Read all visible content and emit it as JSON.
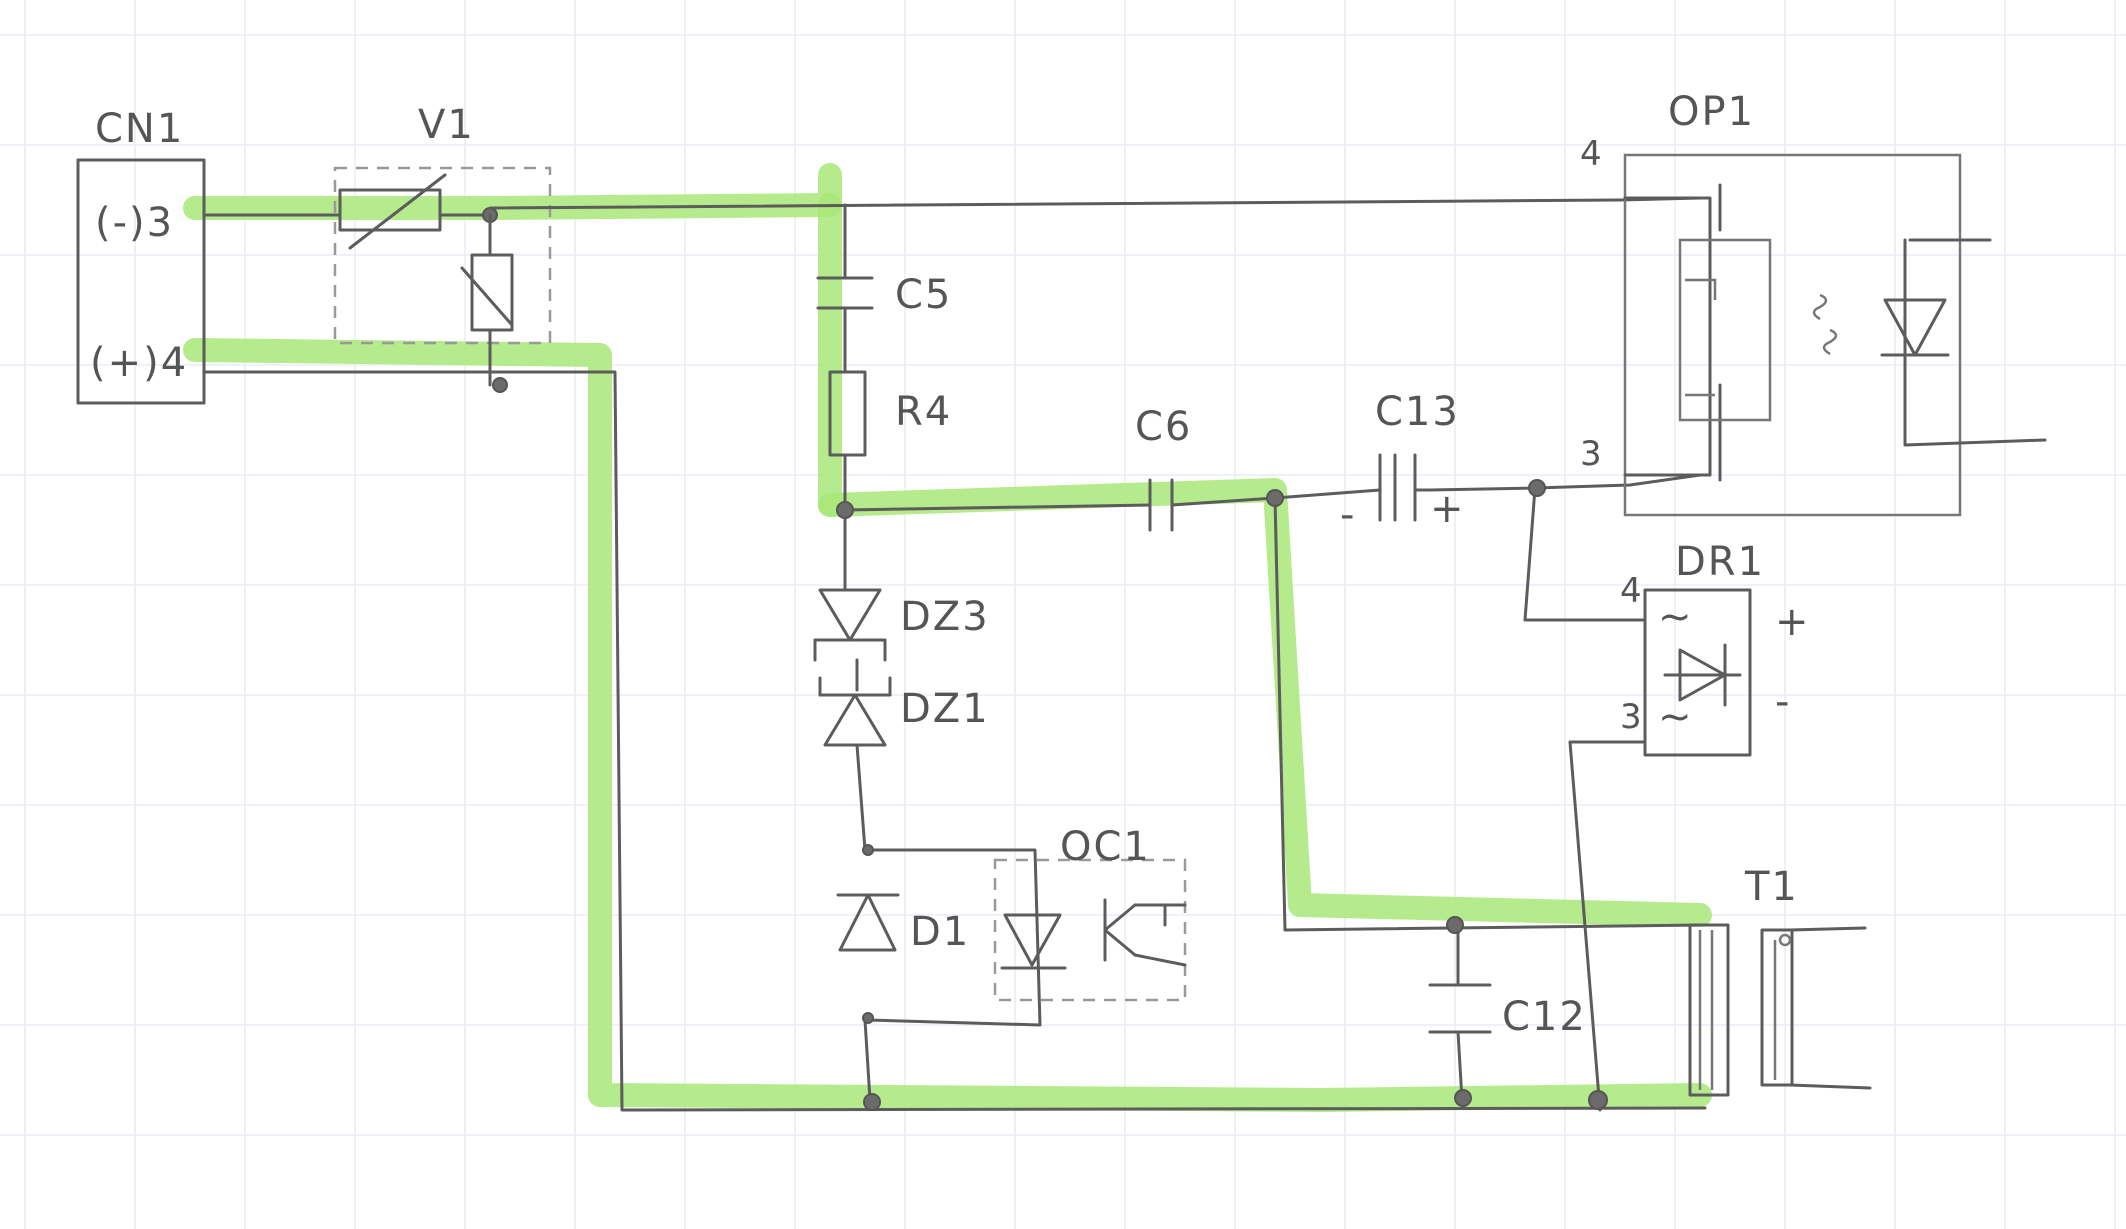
{
  "diagram": {
    "components": {
      "cn1": "CN1",
      "v1": "V1",
      "op1": "OP1",
      "c5": "C5",
      "r4": "R4",
      "c6": "C6",
      "c13": "C13",
      "dz3": "DZ3",
      "dz1": "DZ1",
      "d1": "D1",
      "oc1": "OC1",
      "dr1": "DR1",
      "c12": "C12",
      "t1": "T1"
    },
    "pins": {
      "cn1_pin3": "(-)3",
      "cn1_pin4": "(+)4",
      "op1_pin4": "4",
      "op1_pin3": "3",
      "dr1_pin4": "4",
      "dr1_pin3": "3",
      "c13_minus": "-",
      "c13_plus": "+",
      "dr1_plus": "+",
      "dr1_minus": "-",
      "dr1_ac_top": "~",
      "dr1_ac_bottom": "~"
    },
    "highlight_color": "#a8e878",
    "wire_color": "#5c5c5c"
  }
}
